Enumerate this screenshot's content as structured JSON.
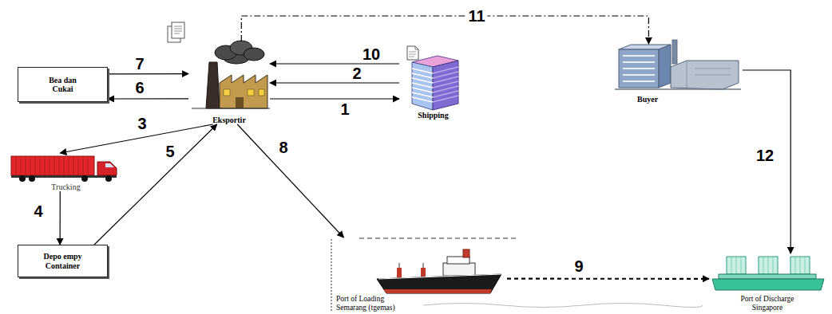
{
  "diagram": {
    "nodes": [
      {
        "text": [
          "Bea dan Cukai"
        ]
      },
      {
        "text": [
          "Eksportir"
        ]
      },
      {
        "text": [
          "Shipping"
        ]
      },
      {
        "text": [
          "Buyer"
        ]
      },
      {
        "text": [
          "Trucking"
        ]
      },
      {
        "text": [
          "Depo empy Container"
        ]
      },
      {
        "text": [
          "Port of Loading Semarang (tgemas)"
        ]
      },
      {
        "text": [
          "Port of Discharge Singapore"
        ]
      }
    ],
    "edges": [
      {
        "from": 1,
        "to": 2,
        "arrow": "to",
        "label": "1"
      },
      {
        "from": 2,
        "to": 1,
        "arrow": "to",
        "label": "2"
      },
      {
        "from": 1,
        "to": 4,
        "arrow": "to",
        "label": "3"
      },
      {
        "from": 4,
        "to": 5,
        "arrow": "to",
        "label": "4"
      },
      {
        "from": 5,
        "to": 1,
        "arrow": "to",
        "label": "5"
      },
      {
        "from": 1,
        "to": 0,
        "arrow": "to",
        "label": "6"
      },
      {
        "from": 0,
        "to": 1,
        "arrow": "to",
        "label": "7"
      },
      {
        "from": 1,
        "to": 6,
        "arrow": "to",
        "label": "8"
      },
      {
        "from": 6,
        "to": 7,
        "arrow": "to",
        "label": "9"
      },
      {
        "from": 2,
        "to": 1,
        "arrow": "to",
        "label": "10"
      },
      {
        "from": 1,
        "to": 3,
        "arrow": "to",
        "label": "11"
      },
      {
        "from": 3,
        "to": 7,
        "arrow": "to",
        "label": "12"
      }
    ]
  }
}
